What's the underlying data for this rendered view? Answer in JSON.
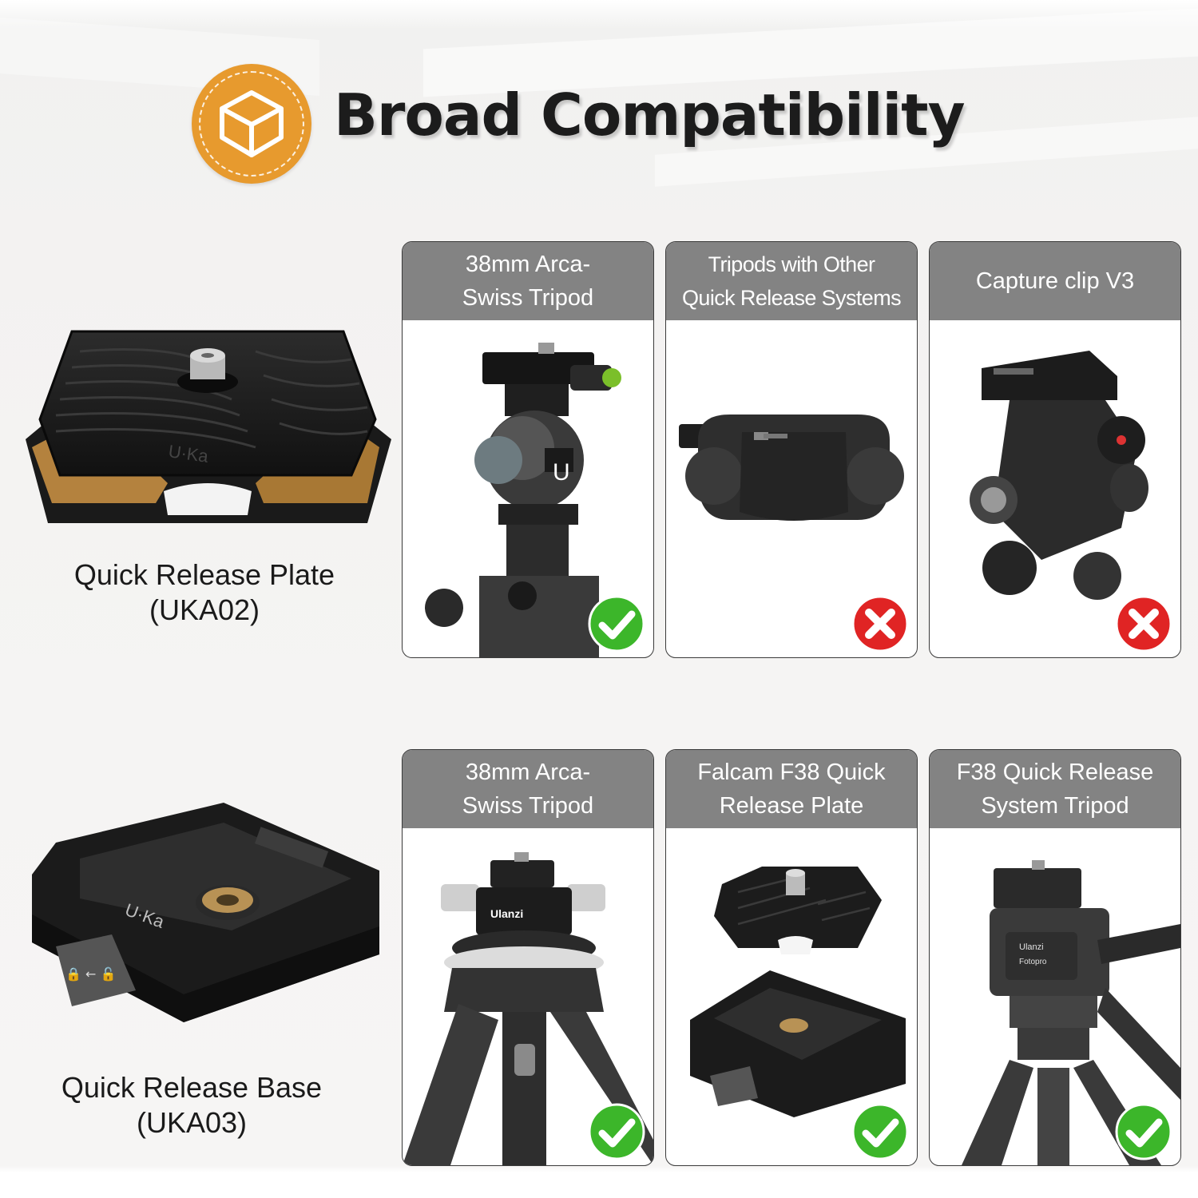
{
  "header": {
    "title": "Broad Compatibility",
    "badge_color": "#e79a2e",
    "badge_icon": "layers-box-icon"
  },
  "rows": [
    {
      "product": {
        "name_line1": "Quick Release Plate",
        "name_line2": "(UKA02)",
        "image_icon": "quick-release-plate-image",
        "engraving": "U-Ka"
      },
      "cards": [
        {
          "title_line1": "38mm Arca-",
          "title_line2": "Swiss Tripod",
          "compatible": true,
          "image_icon": "ball-head-tripod-image"
        },
        {
          "title_line1": "Tripods with Other",
          "title_line2": "Quick Release Systems",
          "compatible": false,
          "image_icon": "camera-clip-image"
        },
        {
          "title_line1": "Capture clip V3",
          "title_line2": "",
          "compatible": false,
          "image_icon": "geared-head-image"
        }
      ]
    },
    {
      "product": {
        "name_line1": "Quick Release Base",
        "name_line2": "(UKA03)",
        "image_icon": "quick-release-base-image",
        "engraving": "U-Ka"
      },
      "cards": [
        {
          "title_line1": "38mm Arca-",
          "title_line2": "Swiss Tripod",
          "compatible": true,
          "image_icon": "panoramic-head-tripod-image",
          "brand": "Ulanzi"
        },
        {
          "title_line1": "Falcam F38 Quick",
          "title_line2": "Release Plate",
          "compatible": true,
          "image_icon": "f38-plate-and-base-image"
        },
        {
          "title_line1": "F38 Quick Release",
          "title_line2": "System Tripod",
          "compatible": true,
          "image_icon": "video-head-tripod-image",
          "brand": "Ulanzi",
          "brand2": "Fotopro"
        }
      ]
    }
  ],
  "colors": {
    "card_header": "#838383",
    "check": "#3cb62a",
    "cross": "#e02424",
    "accent_orange": "#e79a2e"
  }
}
